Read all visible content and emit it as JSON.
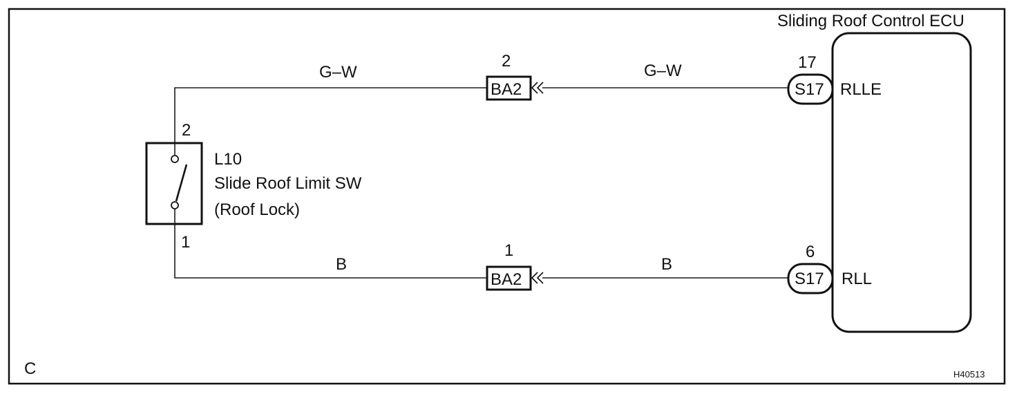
{
  "ecu": {
    "title": "Sliding Roof Control ECU",
    "pin_top": {
      "number": "17",
      "connector": "S17",
      "terminal": "RLLE"
    },
    "pin_bottom": {
      "number": "6",
      "connector": "S17",
      "terminal": "RLL"
    }
  },
  "switch": {
    "code": "L10",
    "name": "Slide Roof Limit SW",
    "subname": "(Roof Lock)",
    "pin_top": "2",
    "pin_bottom": "1"
  },
  "junction_top": {
    "pin": "2",
    "label": "BA2"
  },
  "junction_bottom": {
    "pin": "1",
    "label": "BA2"
  },
  "wires": {
    "top_left": "G–W",
    "top_right": "G–W",
    "bottom_left": "B",
    "bottom_right": "B"
  },
  "corner_letter": "C",
  "figure_code": "H40513"
}
